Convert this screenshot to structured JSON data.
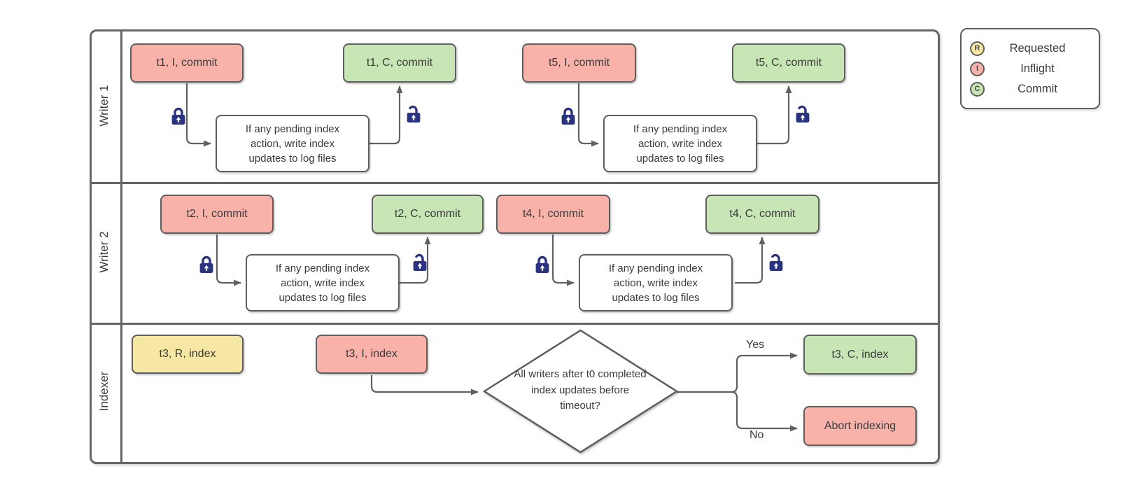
{
  "colors": {
    "inflight_fill": "#F8B2AA",
    "commit_fill": "#C8E6B5",
    "requested_fill": "#F6E8A4",
    "shape_border": "#5E5E5E",
    "frame_border": "#666666",
    "connector": "#616161",
    "lock": "#2A337F",
    "text": "#3A3A3A"
  },
  "lanes": [
    {
      "label": "Writer 1"
    },
    {
      "label": "Writer 2"
    },
    {
      "label": "Indexer"
    }
  ],
  "process_note": "If any pending index action, write index updates to log files",
  "nodes": {
    "t1_inflight": "t1, I, commit",
    "t1_commit": "t1, C, commit",
    "t5_inflight": "t5, I, commit",
    "t5_commit": "t5, C, commit",
    "t2_inflight": "t2, I, commit",
    "t2_commit": "t2, C, commit",
    "t4_inflight": "t4, I, commit",
    "t4_commit": "t4, C, commit",
    "t3_requested": "t3, R, index",
    "t3_inflight": "t3, I, index",
    "t3_commit": "t3, C, index",
    "abort": "Abort indexing"
  },
  "decision": {
    "question": "All writers after t0 completed index updates before timeout?",
    "yes_label": "Yes",
    "no_label": "No"
  },
  "legend": {
    "items": [
      {
        "letter": "R",
        "label": "Requested"
      },
      {
        "letter": "I",
        "label": "Inflight"
      },
      {
        "letter": "C",
        "label": "Commit"
      }
    ]
  },
  "icons": {
    "lock_closed": "closed-padlock",
    "lock_open": "open-padlock"
  }
}
